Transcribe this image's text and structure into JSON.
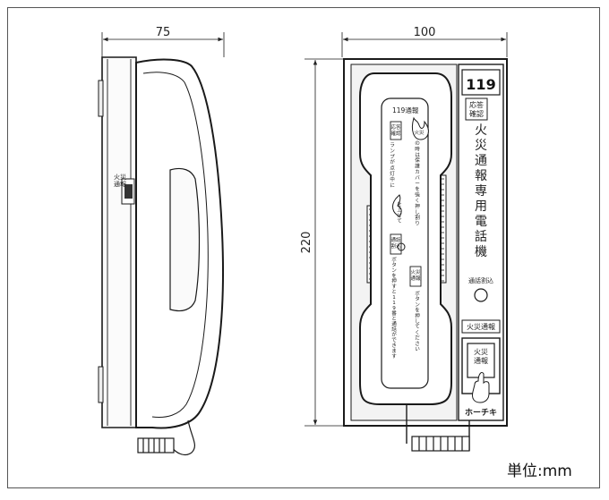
{
  "dimensions": {
    "depth": "75",
    "width": "100",
    "height": "220"
  },
  "unit_label": "単位:mm",
  "side_switch_label": "火災\n通報",
  "panel": {
    "number": "119",
    "response_box": "応答\n確認",
    "title_chars": [
      "火",
      "災",
      "通",
      "報",
      "専",
      "用",
      "電",
      "話",
      "機"
    ],
    "call_interrupt": "通話割込",
    "fire_report_tab": "火災通報",
    "button_text": "火災\n通報",
    "brand": "ホーチキ"
  },
  "handset": {
    "top_label": "119通報",
    "left_box": "応答\n確認",
    "flame_text": "火災",
    "col1": "の時は保護カバーを強く押し割り",
    "col2": "ランプが点灯中に",
    "col3": "を上げて",
    "box2": "通話\n割込",
    "col4": "ボタンを押すと119番と通話ができます",
    "box3": "火災\n通報",
    "col5": "ボタンを押してください"
  },
  "colors": {
    "line": "#1a1a1a",
    "fill_dark": "#e9e9e9",
    "frame": "#555555"
  }
}
